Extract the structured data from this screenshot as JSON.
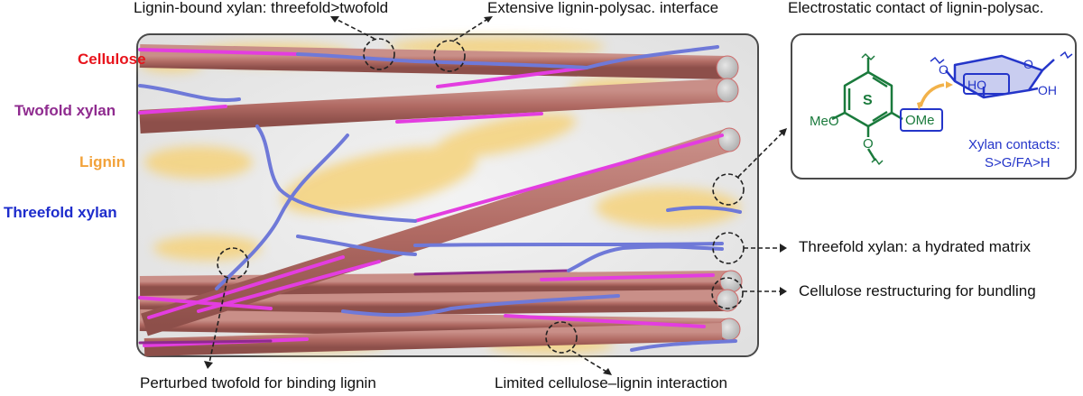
{
  "legend": {
    "cellulose": {
      "label": "Cellulose",
      "color": "#e8141c"
    },
    "twofold": {
      "label": "Twofold xylan",
      "color": "#8f2b8f"
    },
    "lignin": {
      "label": "Lignin",
      "color": "#f2a23a"
    },
    "threefold": {
      "label": "Threefold xylan",
      "color": "#1d2ccc"
    }
  },
  "callouts": {
    "lignin_bound": "Lignin-bound xylan: threefold>twofold",
    "interface": "Extensive lignin-polysac. interface",
    "electrostatic": "Electrostatic contact of lignin-polysac.",
    "hydrated": "Threefold xylan: a hydrated matrix",
    "restructuring": "Cellulose restructuring for bundling",
    "perturbed": "Perturbed twofold for binding lignin",
    "limited": "Limited cellulose–lignin interaction"
  },
  "inset": {
    "ring_label": "S",
    "meo": "MeO",
    "ome": "OMe",
    "ho": "HO",
    "oh": "OH",
    "contacts_title": "Xylan contacts:",
    "contacts_order": "S>G/FA>H",
    "lignin_color": "#1a7a3c",
    "xylan_color": "#2435c9"
  },
  "colors": {
    "cellulose_fill": "#b5736c",
    "cellulose_end": "#c9c9c9",
    "twofold_line": "#e33de0",
    "threefold_line": "#6f79d8",
    "lignin_blob": "#f5d27a",
    "panel_bg": "#ebebeb"
  }
}
